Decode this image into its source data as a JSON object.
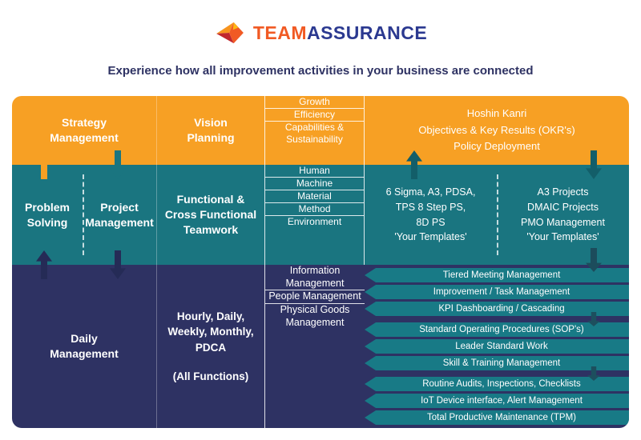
{
  "brand": {
    "name_first": "TEAM",
    "name_second": "ASSURANCE"
  },
  "tagline": "Experience how all improvement activities in your business are connected",
  "colors": {
    "orange": "#F7A024",
    "teal": "#1A7580",
    "navy": "#2E3263",
    "dark_teal": "#135E69"
  },
  "strategy_band": {
    "col1": "Strategy Management",
    "col2": "Vision Planning",
    "items": [
      "Growth",
      "Efficiency",
      "Capabilities & Sustainability"
    ],
    "tools": [
      "Hoshin Kanri",
      "Objectives & Key Results (OKR's)",
      "Policy Deployment"
    ]
  },
  "problem_band": {
    "col1a": "Problem Solving",
    "col1b": "Project Management",
    "col2": "Functional & Cross Functional Teamwork",
    "items": [
      "Human",
      "Machine",
      "Material",
      "Method",
      "Environment"
    ],
    "tools_left": [
      "6 Sigma, A3, PDSA,",
      "TPS 8 Step PS,",
      "8D PS",
      "'Your Templates'"
    ],
    "tools_right": [
      "A3 Projects",
      "DMAIC Projects",
      "PMO Management",
      "'Your Templates'"
    ]
  },
  "daily_band": {
    "col1": "Daily Management",
    "col2_lines": [
      "Hourly, Daily,",
      "Weekly, Monthly,",
      "PDCA"
    ],
    "col2_note": "(All Functions)",
    "items": [
      "Information Management",
      "People Management",
      "Physical Goods Management"
    ],
    "chevron_groups": [
      [
        "Tiered Meeting Management",
        "Improvement / Task Management",
        "KPI Dashboarding / Cascading"
      ],
      [
        "Standard Operating Procedures (SOP's)",
        "Leader Standard Work",
        "Skill & Training Management"
      ],
      [
        "Routine Audits, Inspections, Checklists",
        "IoT Device interface, Alert Management",
        "Total Productive Maintenance (TPM)"
      ]
    ]
  }
}
